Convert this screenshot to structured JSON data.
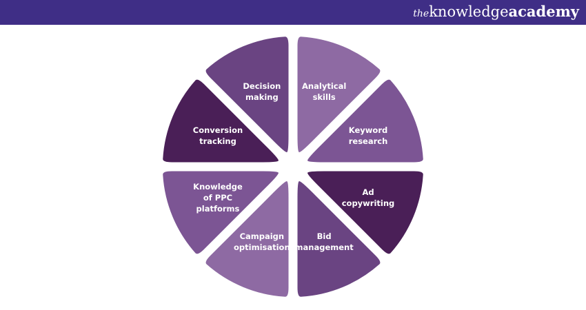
{
  "header": {
    "logo_prefix": "the",
    "logo_main": "knowledge",
    "logo_suffix": "academy"
  },
  "diagram": {
    "title": "PPC skills wheel",
    "segments": [
      {
        "lines": [
          "Analytical",
          "skills"
        ],
        "color": "#8e6aa3"
      },
      {
        "lines": [
          "Keyword",
          "research"
        ],
        "color": "#7c5594"
      },
      {
        "lines": [
          "Ad",
          "copywriting"
        ],
        "color": "#4a1f57"
      },
      {
        "lines": [
          "Bid",
          "management"
        ],
        "color": "#6a4482"
      },
      {
        "lines": [
          "Campaign",
          "optimisation"
        ],
        "color": "#8e6aa3"
      },
      {
        "lines": [
          "Knowledge",
          "of PPC",
          "platforms"
        ],
        "color": "#7c5594"
      },
      {
        "lines": [
          "Conversion",
          "tracking"
        ],
        "color": "#4a1f57"
      },
      {
        "lines": [
          "Decision",
          "making"
        ],
        "color": "#6a4482"
      }
    ]
  }
}
